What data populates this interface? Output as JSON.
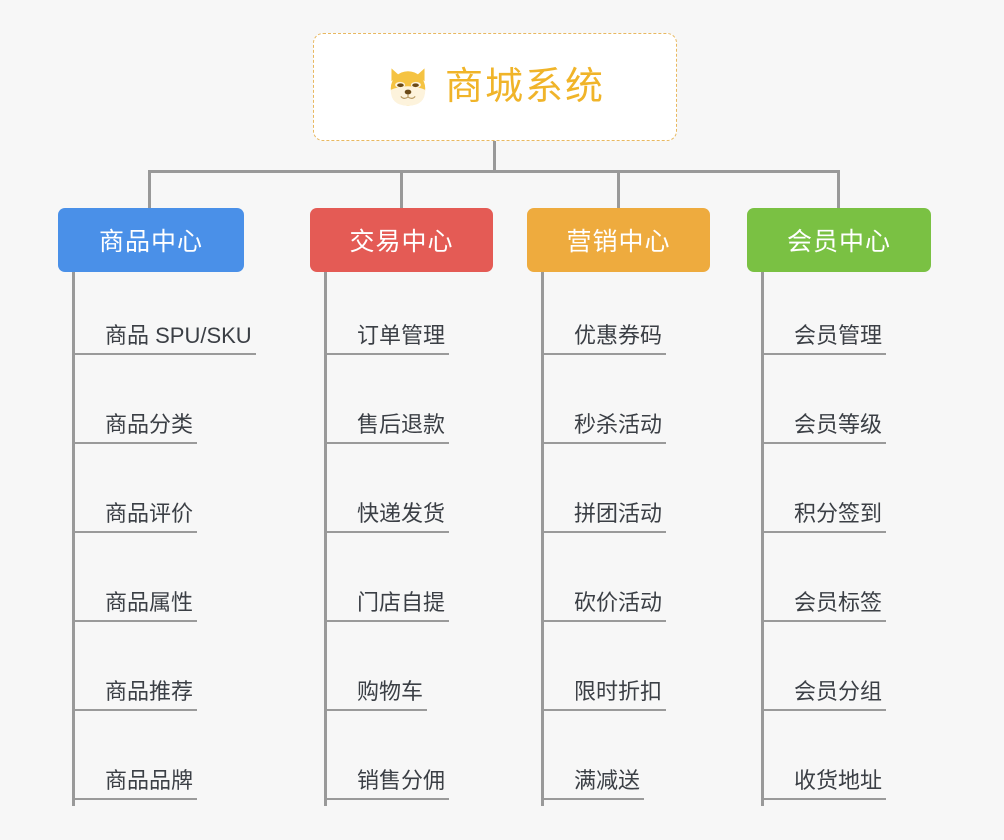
{
  "page": {
    "background_color": "#f7f7f7",
    "line_color": "#999999",
    "title": "商城系统"
  },
  "root": {
    "title": "商城系统",
    "icon": "shiba-dog-face-emoji",
    "text_color": "#f0b429",
    "border_color": "#e8b860",
    "background_color": "#ffffff"
  },
  "categories": [
    {
      "id": "product-center",
      "label": "商品中心",
      "color": "#4a90e8",
      "items": [
        {
          "label": "商品 SPU/SKU"
        },
        {
          "label": "商品分类"
        },
        {
          "label": "商品评价"
        },
        {
          "label": "商品属性"
        },
        {
          "label": "商品推荐"
        },
        {
          "label": "商品品牌"
        }
      ]
    },
    {
      "id": "trade-center",
      "label": "交易中心",
      "color": "#e45b55",
      "items": [
        {
          "label": "订单管理"
        },
        {
          "label": "售后退款"
        },
        {
          "label": "快递发货"
        },
        {
          "label": "门店自提"
        },
        {
          "label": "购物车"
        },
        {
          "label": "销售分佣"
        }
      ]
    },
    {
      "id": "marketing-center",
      "label": "营销中心",
      "color": "#eeab3e",
      "items": [
        {
          "label": "优惠券码"
        },
        {
          "label": "秒杀活动"
        },
        {
          "label": "拼团活动"
        },
        {
          "label": "砍价活动"
        },
        {
          "label": "限时折扣"
        },
        {
          "label": "满减送"
        }
      ]
    },
    {
      "id": "member-center",
      "label": "会员中心",
      "color": "#7ac143",
      "items": [
        {
          "label": "会员管理"
        },
        {
          "label": "会员等级"
        },
        {
          "label": "积分签到"
        },
        {
          "label": "会员标签"
        },
        {
          "label": "会员分组"
        },
        {
          "label": "收货地址"
        }
      ]
    }
  ]
}
